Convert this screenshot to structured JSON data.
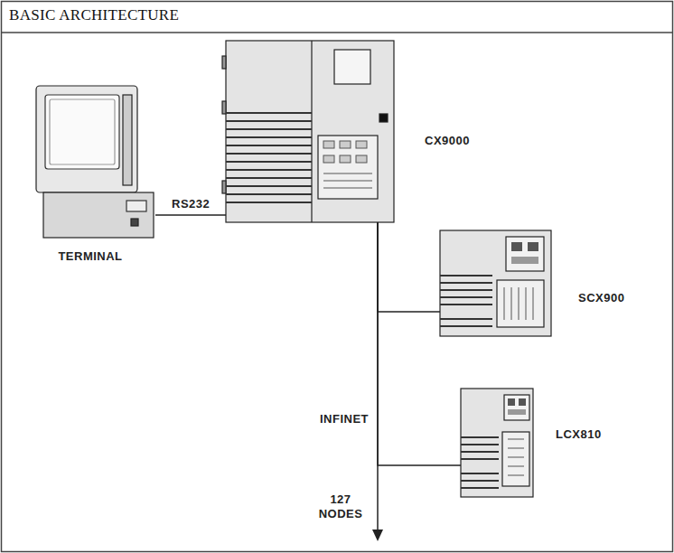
{
  "diagram": {
    "title": "BASIC ARCHITECTURE",
    "nodes": [
      {
        "text": [
          "TERMINAL"
        ]
      },
      {
        "text": [
          "CX9000"
        ]
      },
      {
        "text": [
          "SCX900"
        ]
      },
      {
        "text": [
          "LCX810"
        ]
      }
    ],
    "edges": [
      {
        "from": 0,
        "to": 1,
        "arrow": "none",
        "label": "RS232"
      },
      {
        "from": 1,
        "to": 2,
        "arrow": "none"
      },
      {
        "from": 1,
        "to": 3,
        "arrow": "none"
      }
    ],
    "labels": [
      "INFINET",
      "127 NODES"
    ]
  }
}
